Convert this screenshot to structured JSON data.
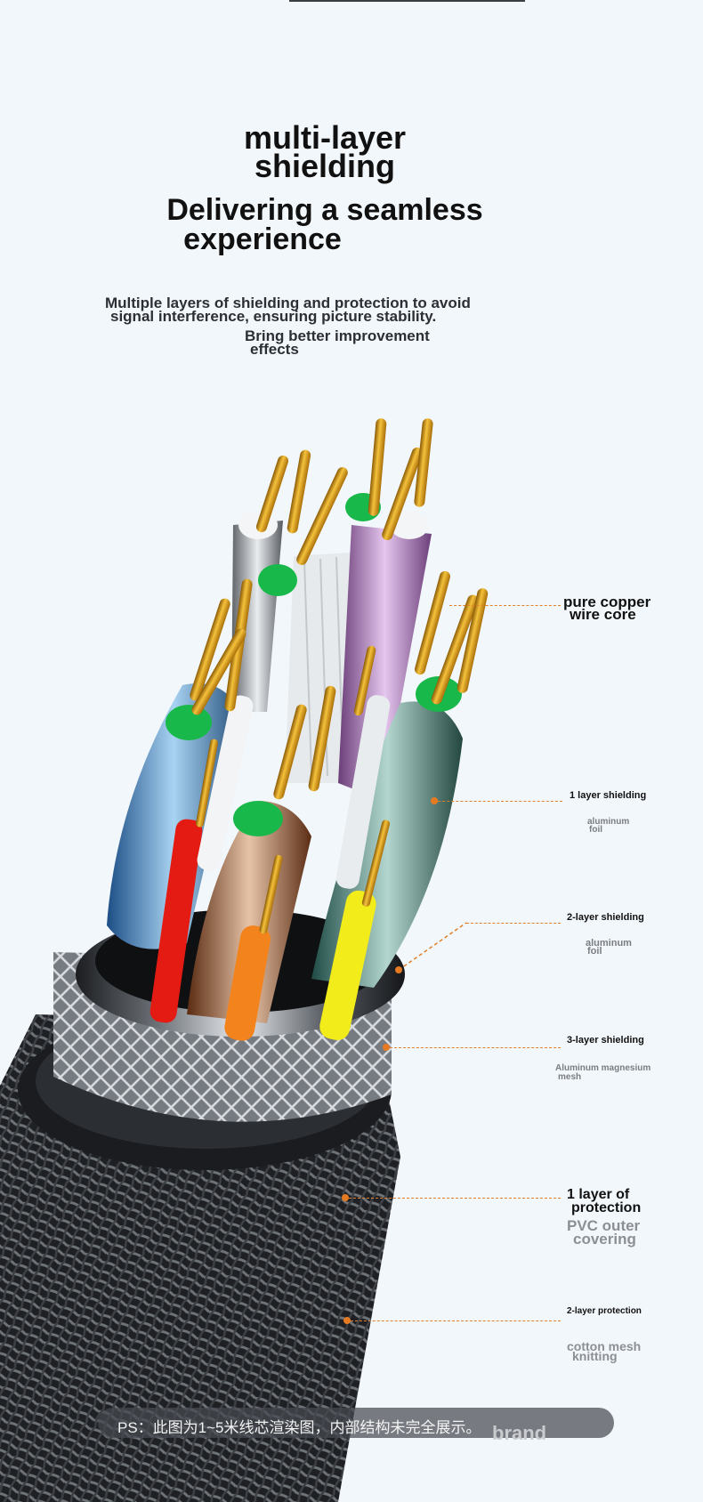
{
  "heading": {
    "title_line1": "multi-layer",
    "title_line2": "shielding",
    "tagline_line1": "Delivering a seamless",
    "tagline_line2": "experience"
  },
  "description": {
    "line1": "Multiple layers of shielding and protection to avoid",
    "line2": "signal interference, ensuring picture stability.",
    "line3": "Bring better improvement",
    "line4": "effects"
  },
  "callouts": {
    "copper": {
      "line1": "pure copper",
      "line2": "wire core"
    },
    "shield1": {
      "title": "1 layer shielding",
      "sub1": "aluminum",
      "sub2": "foil"
    },
    "shield2": {
      "title": "2-layer shielding",
      "sub1": "aluminum",
      "sub2": "foil"
    },
    "shield3": {
      "title": "3-layer shielding",
      "sub1": "Aluminum magnesium",
      "sub2": "mesh"
    },
    "protect1": {
      "title1": "1 layer of",
      "title2": "protection",
      "sub1": "PVC outer",
      "sub2": "covering"
    },
    "protect2": {
      "title": "2-layer protection",
      "sub1": "cotton mesh",
      "sub2": "knitting"
    }
  },
  "footer": {
    "note": "PS：此图为1~5米线芯渲染图，内部结构未完全展示。",
    "brand": "brand"
  },
  "colors": {
    "background": "#f2f7fb",
    "leader": "#e0802a",
    "copper": "#e3a019",
    "wire_green": "#19b84a",
    "wire_red": "#e41b12",
    "wire_orange": "#f3831d",
    "wire_yellow": "#f2ec1a",
    "braid": "#2b2d31"
  }
}
